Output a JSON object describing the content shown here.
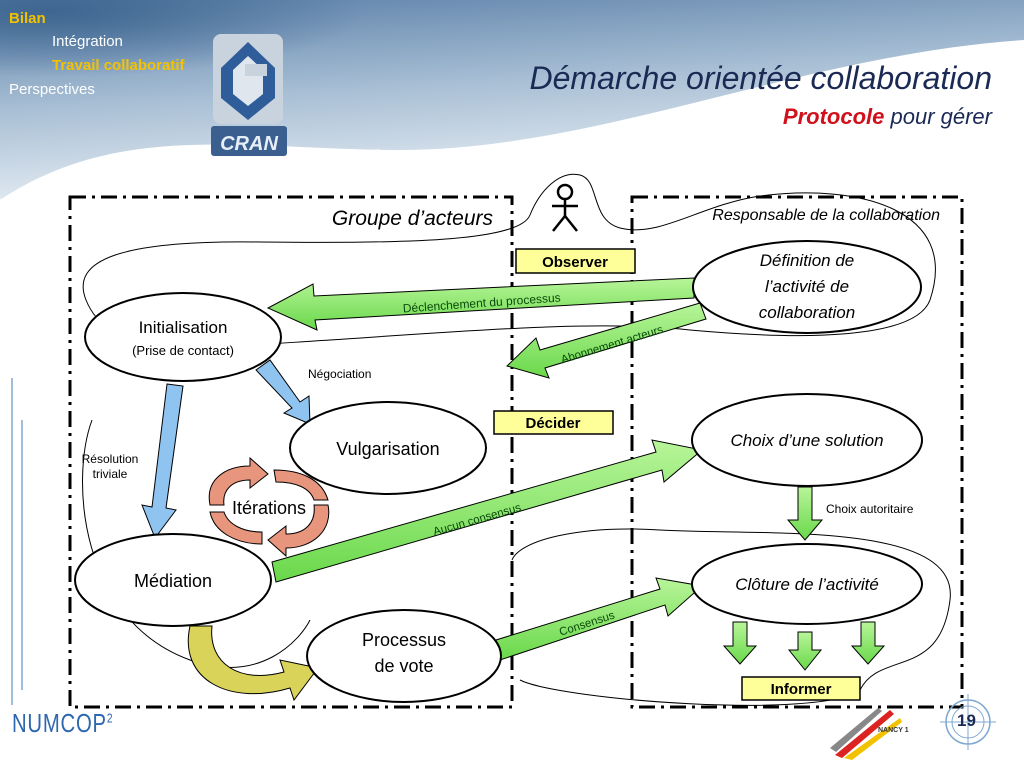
{
  "nav": {
    "items": [
      {
        "label": "Bilan"
      },
      {
        "label": "Intégration"
      },
      {
        "label": "Travail collaboratif"
      },
      {
        "label": "Perspectives"
      }
    ]
  },
  "title": {
    "main": "Démarche orientée collaboration",
    "sub_highlight": "Protocole",
    "sub_rest": " pour gérer"
  },
  "logos": {
    "cran": "CRAN",
    "numcop": "NUMCOP",
    "numcop_sup": "2",
    "nancy": "NANCY 1"
  },
  "diagram": {
    "group_left_label": "Groupe d’acteurs",
    "group_right_label": "Responsable de la collaboration",
    "boxes": {
      "observer": "Observer",
      "decider": "Décider",
      "informer": "Informer"
    },
    "nodes": {
      "initialisation_line1": "Initialisation",
      "initialisation_line2": "(Prise de contact)",
      "vulgarisation": "Vulgarisation",
      "mediation": "Médiation",
      "processus_line1": "Processus",
      "processus_line2": "de vote",
      "definition_line1": "Définition de",
      "definition_line2": "l’activité de",
      "definition_line3": "collaboration",
      "choix": "Choix d’une solution",
      "cloture": "Clôture de l’activité",
      "iterations": "Itérations"
    },
    "arrow_labels": {
      "declenchement": "Déclenchement du processus",
      "abonnement": "Abonnement acteurs",
      "negociation": "Négociation",
      "resolution_line1": "Résolution",
      "resolution_line2": "triviale",
      "aucun_consensus": "Aucun consensus",
      "choix_autoritaire": "Choix autoritaire",
      "consensus": "Consensus"
    }
  },
  "page_number": "19",
  "colors": {
    "green_arrow": "#8de86a",
    "blue_arrow": "#8fc3f0",
    "salmon_arrow": "#e8957e",
    "yellow_arrow": "#d9d35a",
    "box_yellow": "#ffff99",
    "title_dark": "#1b2a55",
    "highlight_red": "#d0101a",
    "nav_active": "#f2c200"
  }
}
